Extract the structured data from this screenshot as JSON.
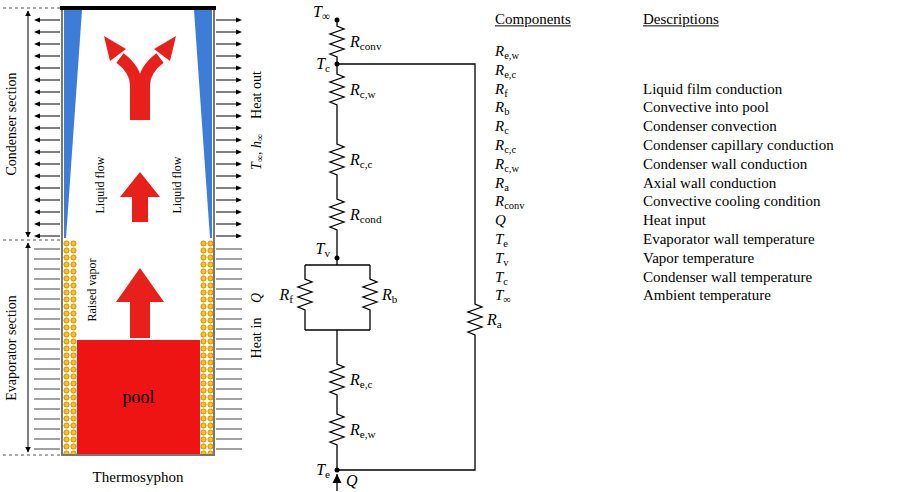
{
  "diagram": {
    "nodes": [
      {
        "text": [
          "pool"
        ]
      }
    ],
    "labels": [
      "Condenser section",
      "Evaporator section",
      "Heat out",
      "T∞, h∞",
      "Heat in",
      "Q",
      "Liquid flow",
      "Liquid flow",
      "Raised vapor",
      "Thermosyphon",
      "T∞",
      "Rconv",
      "Tc",
      "Rc,w",
      "Rc,c",
      "Rcond",
      "Tv",
      "Rf",
      "Rb",
      "Re,c",
      "Re,w",
      "Te",
      "Ra",
      "Q",
      "Components",
      "Descriptions",
      "Re,w",
      "Re,c",
      "Rf",
      "Rb",
      "Rc",
      "Rc,c",
      "Rc,w",
      "Ra",
      "Rconv",
      "Q",
      "Te",
      "Tv",
      "Tc",
      "T∞",
      "Liquid film conduction",
      "Convective into pool",
      "Condenser convection",
      "Condenser capillary conduction",
      "Condenser wall conduction",
      "Axial wall conduction",
      "Convective cooling condition",
      "Heat input",
      "Evaporator wall temperature",
      "Vapor temperature",
      "Condenser wall temperature",
      "Ambient temperature"
    ]
  }
}
